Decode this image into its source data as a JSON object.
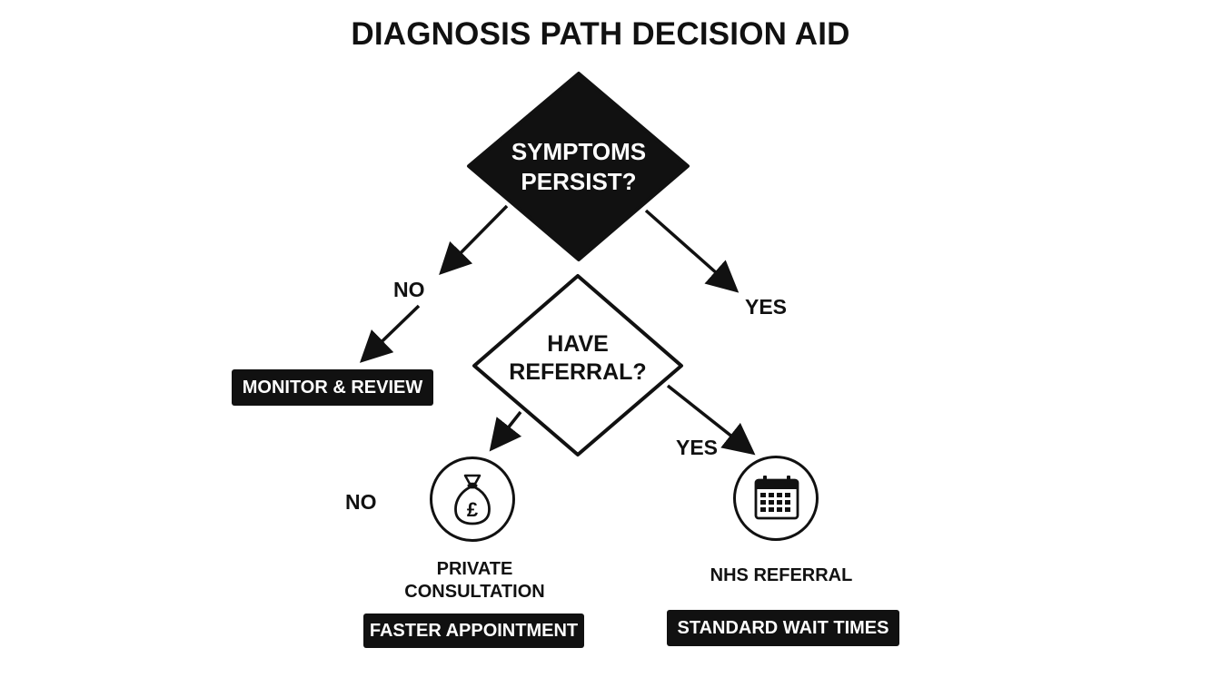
{
  "title": "DIAGNOSIS PATH DECISION AID",
  "decisions": {
    "symptoms": {
      "line1": "SYMPTOMS",
      "line2": "PERSIST?"
    },
    "referral": {
      "line1": "HAVE",
      "line2": "REFERRAL?"
    }
  },
  "branch_labels": {
    "symptoms_no": "NO",
    "symptoms_yes": "YES",
    "referral_no": "NO",
    "referral_yes": "YES"
  },
  "outcomes": {
    "monitor": {
      "label": "MONITOR & REVIEW"
    },
    "private": {
      "line1": "PRIVATE",
      "line2": "CONSULTATION",
      "badge": "FASTER APPOINTMENT",
      "icon": "money-bag-pound-icon",
      "icon_glyph": "£"
    },
    "nhs": {
      "line1": "NHS REFERRAL",
      "badge": "STANDARD WAIT TIMES",
      "icon": "calendar-icon"
    }
  },
  "colors": {
    "ink": "#111111",
    "background": "#ffffff"
  }
}
